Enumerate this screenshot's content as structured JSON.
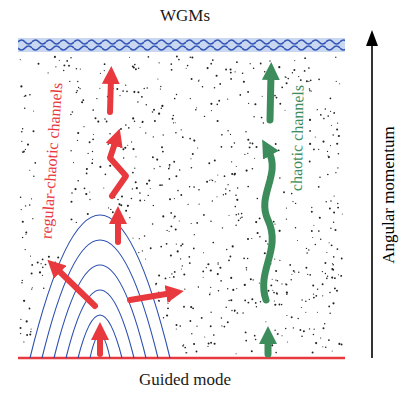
{
  "diagram": {
    "labels": [
      "WGMs",
      "Guided mode",
      "Angular momentum",
      "regular-chaotic channels",
      "chaotic channels"
    ]
  }
}
